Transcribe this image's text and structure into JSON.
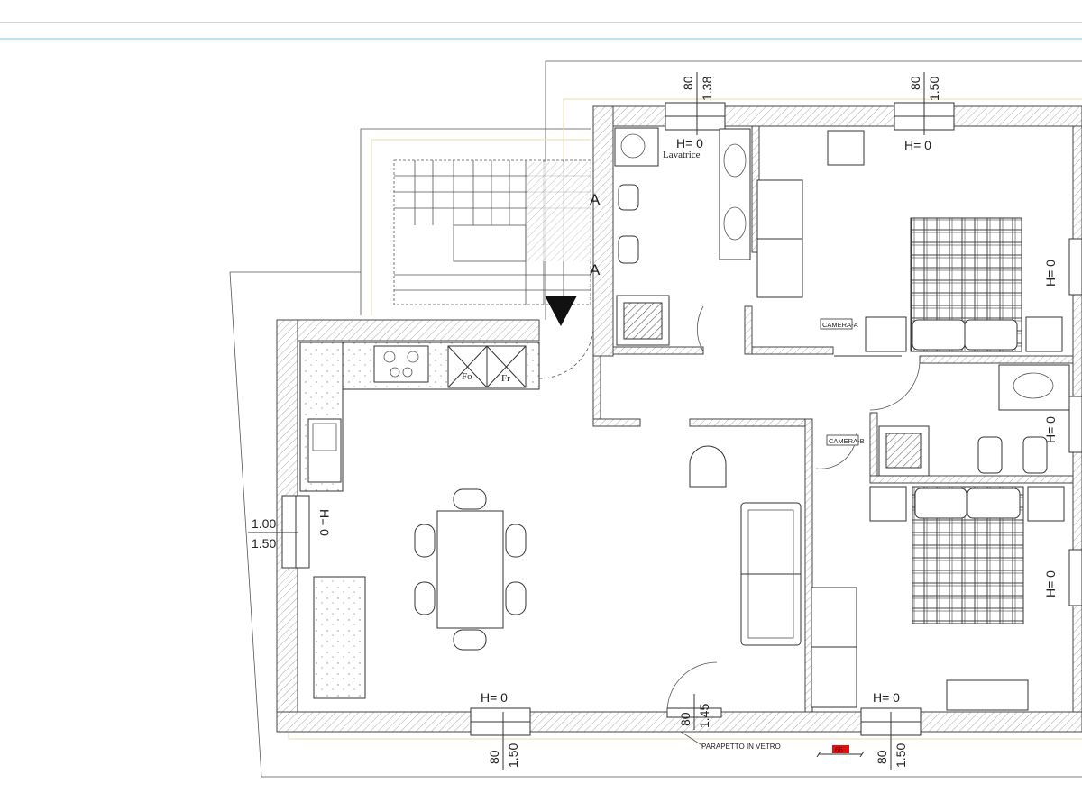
{
  "plan": {
    "dimensions": {
      "top_window_1": {
        "width": "80",
        "height": "1.38"
      },
      "top_window_2": {
        "width": "80",
        "height": "1.50"
      },
      "left_window": {
        "width": "1.00",
        "height": "1.50"
      },
      "bottom_window_1": {
        "width": "80",
        "height": "1.50"
      },
      "bottom_door": {
        "width": "80",
        "height": "1.45"
      },
      "bottom_window_2": {
        "width": "80",
        "height": "1.50"
      }
    },
    "sill_label": "H= 0",
    "section_marks": [
      "A",
      "A"
    ],
    "labels": {
      "washing_machine": "Lavatrice",
      "oven": "Fo",
      "fridge": "Fr",
      "room_a": "CAMERA-A",
      "room_b": "CAMERA-B",
      "glass_parapet": "PARAPETTO IN VETRO",
      "scale_marker": "66"
    },
    "colors": {
      "marker": "#e01010",
      "walls": "#444444",
      "guide_line_top": "#9aa3a8",
      "guide_line_blue": "#7fc6dc",
      "outline_yellow": "#e6dcb0"
    }
  }
}
